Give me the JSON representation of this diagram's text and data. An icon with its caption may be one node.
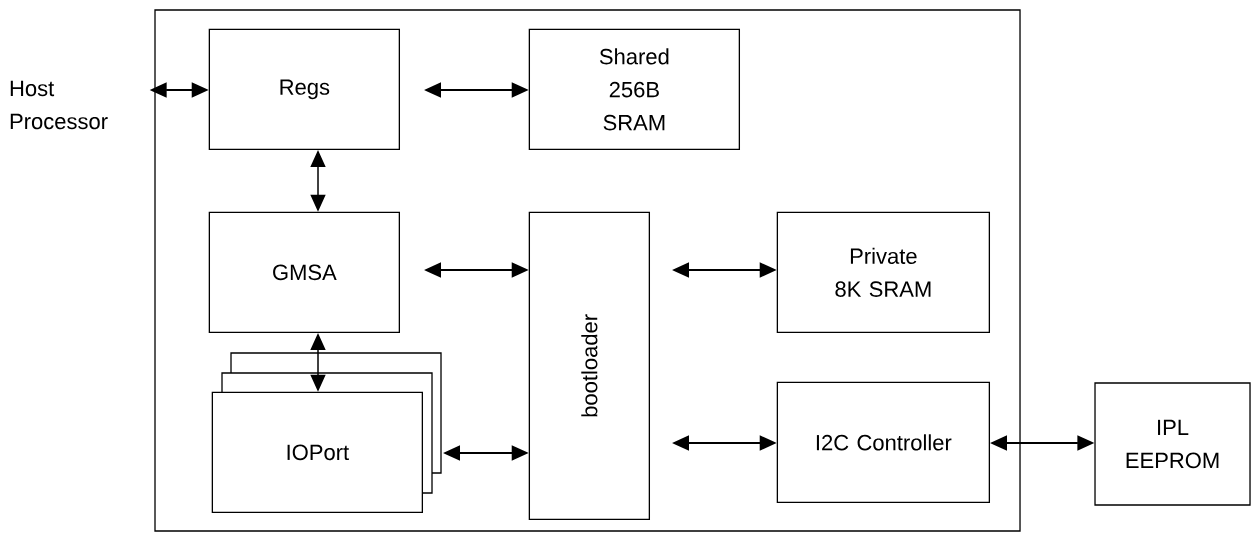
{
  "diagram": {
    "nodes": [
      {
        "text": [],
        "shape": "box"
      },
      {
        "text": [
          "Host Processor"
        ]
      },
      {
        "text": [
          "Regs"
        ],
        "in": 0
      },
      {
        "text": [
          "Shared 256B SRAM"
        ],
        "in": 0
      },
      {
        "text": [
          "GMSA"
        ],
        "in": 0
      },
      {
        "text": [
          "bootloader"
        ],
        "in": 0
      },
      {
        "text": [
          "Private 8K SRAM"
        ],
        "in": 0
      },
      {
        "text": [
          "IOPort"
        ],
        "in": 0
      },
      {
        "text": [
          "I2C Controller"
        ],
        "in": 0
      },
      {
        "text": [
          "IPL EEPROM"
        ]
      }
    ],
    "edges": [
      {
        "from": 1,
        "to": 2,
        "arrow": "both"
      },
      {
        "from": 2,
        "to": 3,
        "arrow": "both"
      },
      {
        "from": 2,
        "to": 4,
        "arrow": "both"
      },
      {
        "from": 4,
        "to": 5,
        "arrow": "both"
      },
      {
        "from": 4,
        "to": 7,
        "arrow": "both"
      },
      {
        "from": 7,
        "to": 5,
        "arrow": "both"
      },
      {
        "from": 5,
        "to": 6,
        "arrow": "both"
      },
      {
        "from": 5,
        "to": 8,
        "arrow": "both"
      },
      {
        "from": 8,
        "to": 9,
        "arrow": "both"
      }
    ]
  }
}
